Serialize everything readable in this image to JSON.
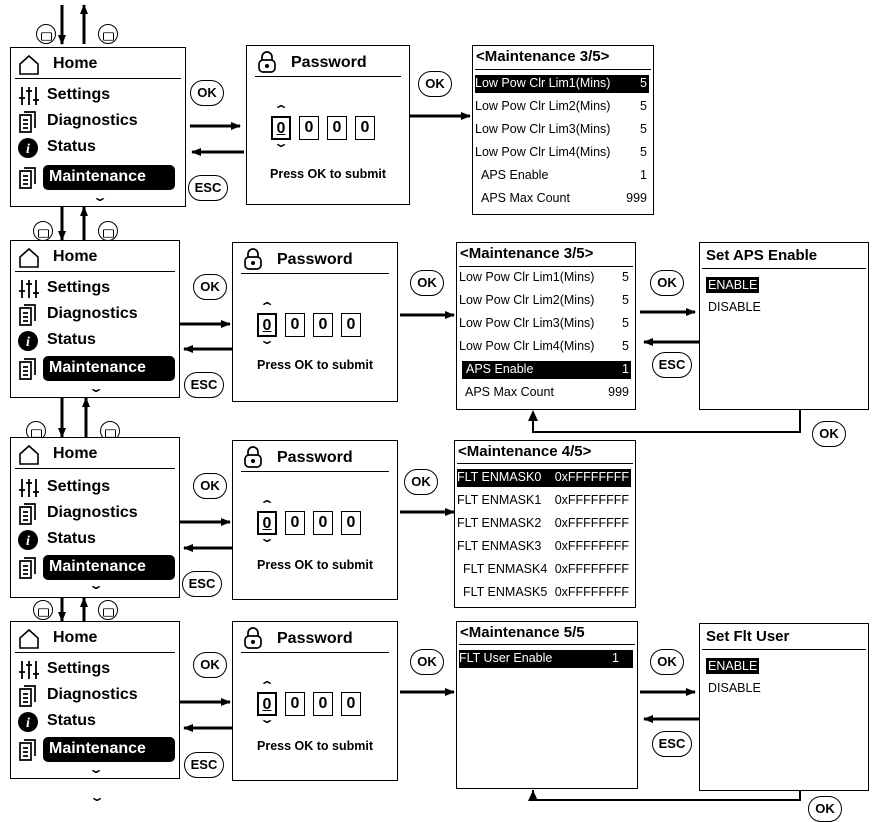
{
  "menu": {
    "home": "Home",
    "settings": "Settings",
    "diagnostics": "Diagnostics",
    "status": "Status",
    "maintenance": "Maintenance"
  },
  "password": {
    "title": "Password",
    "digits": [
      "0",
      "0",
      "0",
      "0"
    ],
    "note": "Press OK to submit"
  },
  "buttons": {
    "ok": "OK",
    "esc": "ESC"
  },
  "maint_3": {
    "title": "<Maintenance 3/5>",
    "rows": [
      {
        "label": "Low Pow Clr Lim1(Mins)",
        "value": "5"
      },
      {
        "label": "Low Pow Clr Lim2(Mins)",
        "value": "5"
      },
      {
        "label": "Low Pow Clr Lim3(Mins)",
        "value": "5"
      },
      {
        "label": "Low Pow Clr Lim4(Mins)",
        "value": "5"
      },
      {
        "label": "APS Enable",
        "value": "1"
      },
      {
        "label": "APS Max Count",
        "value": "999"
      }
    ]
  },
  "maint_4": {
    "title": "<Maintenance 4/5>",
    "rows": [
      {
        "label": "FLT ENMASK0",
        "value": "0xFFFFFFFF"
      },
      {
        "label": "FLT ENMASK1",
        "value": "0xFFFFFFFF"
      },
      {
        "label": "FLT ENMASK2",
        "value": "0xFFFFFFFF"
      },
      {
        "label": "FLT ENMASK3",
        "value": "0xFFFFFFFF"
      },
      {
        "label": "FLT ENMASK4",
        "value": "0xFFFFFFFF"
      },
      {
        "label": "FLT ENMASK5",
        "value": "0xFFFFFFFF"
      }
    ]
  },
  "maint_5": {
    "title": "<Maintenance 5/5",
    "rows": [
      {
        "label": "FLT User Enable",
        "value": "1"
      }
    ]
  },
  "aps_set": {
    "title": "Set APS Enable",
    "options": [
      "ENABLE",
      "DISABLE"
    ]
  },
  "flt_set": {
    "title": "Set Flt User",
    "options": [
      "ENABLE",
      "DISABLE"
    ]
  },
  "icons": [
    "home-icon",
    "sliders-icon",
    "documents-icon",
    "info-icon",
    "up-down-icon",
    "chevron-down-icon",
    "chevron-up-icon",
    "padlock-icon"
  ],
  "colors": {
    "ink": "#000000",
    "background": "#ffffff"
  }
}
